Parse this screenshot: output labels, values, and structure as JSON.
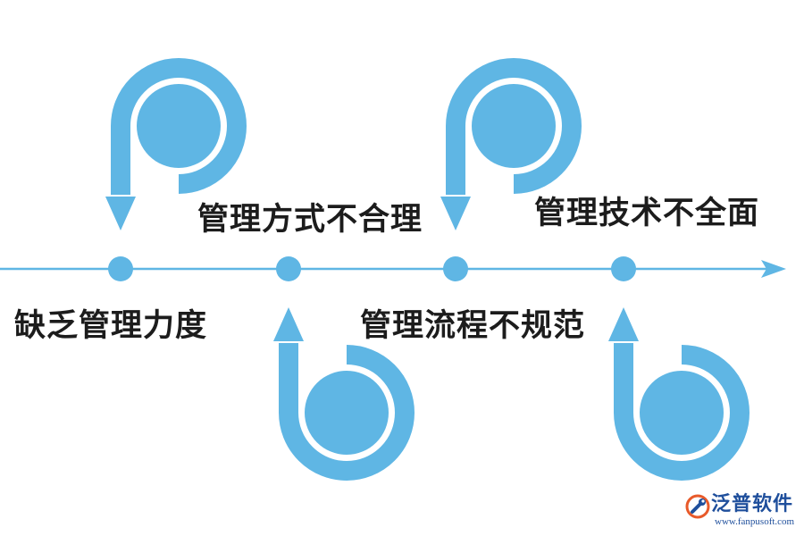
{
  "colors": {
    "accent": "#5fb6e4",
    "text": "#1c1c1c",
    "logo": "#1f4f9c",
    "logo_accent": "#e85a2a"
  },
  "steps": [
    {
      "label": "缺乏管理力度",
      "shape": "b"
    },
    {
      "label": "管理方式不合理",
      "shape": "p"
    },
    {
      "label": "管理流程不规范",
      "shape": "b"
    },
    {
      "label": "管理技术不全面",
      "shape": "p"
    }
  ],
  "logo": {
    "name": "泛普软件",
    "url": "www.fanpusoft.com",
    "icon": "wrench-icon"
  }
}
